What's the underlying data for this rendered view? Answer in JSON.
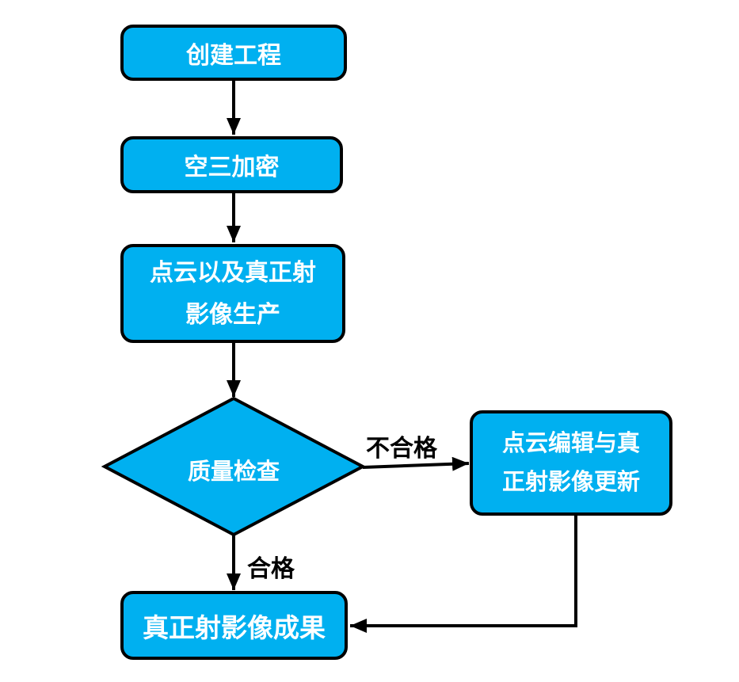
{
  "flowchart": {
    "nodes": {
      "create_project": {
        "label": "创建工程"
      },
      "aerial_triangulation": {
        "label": "空三加密"
      },
      "pointcloud_ortho_production": {
        "line1": "点云以及真正射",
        "line2": "影像生产"
      },
      "quality_check": {
        "label": "质量检查"
      },
      "pointcloud_edit_update": {
        "line1": "点云编辑与真",
        "line2": "正射影像更新"
      },
      "ortho_result": {
        "label": "真正射影像成果"
      }
    },
    "edge_labels": {
      "fail": "不合格",
      "pass": "合格"
    },
    "colors": {
      "node_fill": "#00B0F0",
      "node_border": "#000000",
      "node_text": "#FFFFFF",
      "connector": "#000000",
      "edge_label_text": "#000000",
      "background": "#FFFFFF"
    }
  }
}
